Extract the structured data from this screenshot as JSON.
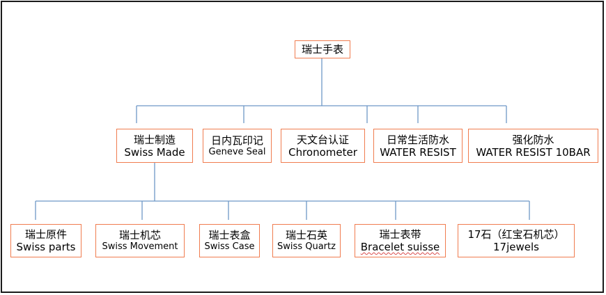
{
  "root": {
    "label": "瑞士手表"
  },
  "level1": [
    {
      "zh": "瑞士制造",
      "en": "Swiss Made"
    },
    {
      "zh": "日内瓦印记",
      "en": "Geneve Seal"
    },
    {
      "zh": "天文台认证",
      "en": "Chronometer"
    },
    {
      "zh": "日常生活防水",
      "en": "WATER RESIST"
    },
    {
      "zh": "强化防水",
      "en": "WATER RESIST 10BAR"
    }
  ],
  "level2": [
    {
      "zh": "瑞士原件",
      "en": "Swiss parts"
    },
    {
      "zh": "瑞士机芯",
      "en": "Swiss Movement"
    },
    {
      "zh": "瑞士表盒",
      "en": "Swiss Case"
    },
    {
      "zh": "瑞士石英",
      "en": "Swiss Quartz"
    },
    {
      "zh": "瑞士表带",
      "en": "Bracelet suisse"
    },
    {
      "zh": "17石（红宝石机芯）",
      "en": "17jewels"
    }
  ],
  "colors": {
    "box_border": "#f07c4f",
    "connector": "#6e97c6",
    "frame": "#1a1a1a"
  }
}
